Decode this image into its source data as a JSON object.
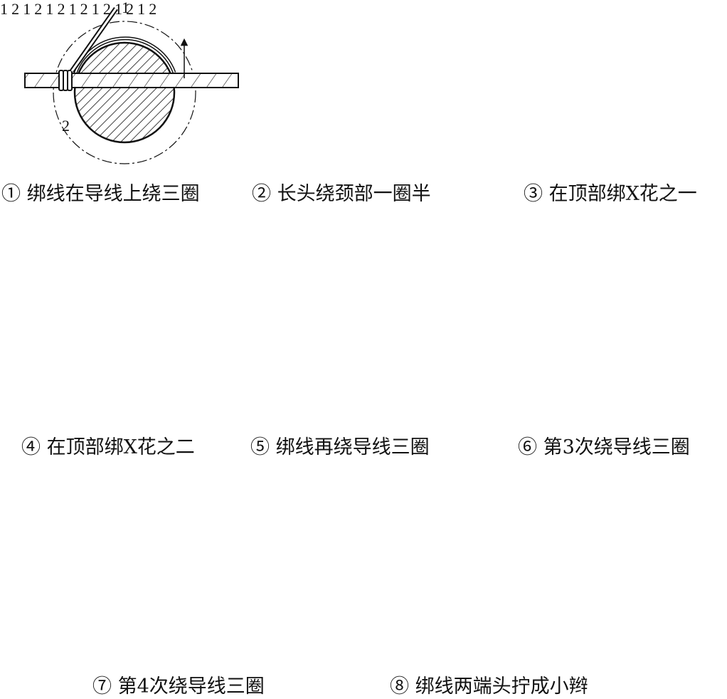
{
  "panels": [
    {
      "caption": "① 绑线在导线上绕三圈",
      "wire_labels": [
        "1",
        "2"
      ]
    },
    {
      "caption": "② 长头绕颈部一圈半",
      "wire_labels": [
        "1",
        "2"
      ]
    },
    {
      "caption": "③ 在顶部绑X花之一",
      "wire_labels": [
        "1",
        "2"
      ]
    },
    {
      "caption": "④ 在顶部绑X花之二",
      "wire_labels": [
        "1",
        "2"
      ]
    },
    {
      "caption": "⑤ 绑线再绕导线三圈",
      "wire_labels": [
        "1",
        "2"
      ]
    },
    {
      "caption": "⑥ 第3次绕导线三圈",
      "wire_labels": [
        "1",
        "2"
      ]
    },
    {
      "caption": "⑦ 第4次绕导线三圈",
      "wire_labels": [
        "1",
        "2"
      ]
    },
    {
      "caption": "⑧ 绑线两端头拧成小辫",
      "wire_labels": [
        "1",
        "2"
      ]
    }
  ],
  "colors": {
    "ink": "#111111",
    "paper": "#ffffff"
  }
}
